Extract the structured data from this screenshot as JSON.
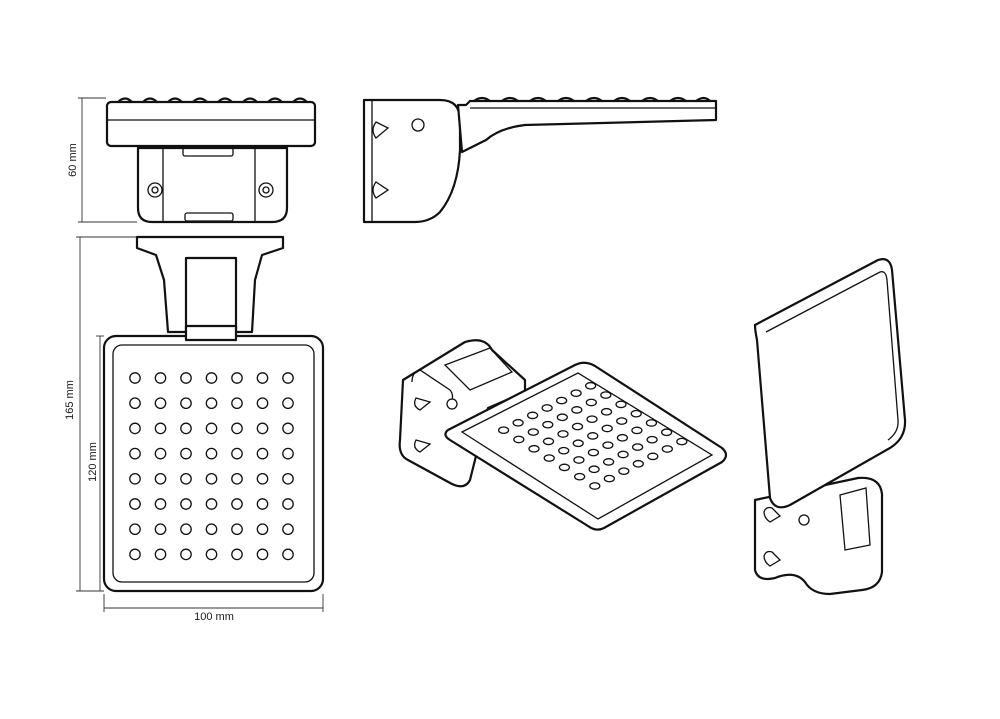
{
  "dimensions": {
    "top_view_height": "60 mm",
    "total_height": "165 mm",
    "tray_height": "120 mm",
    "tray_width": "100 mm"
  },
  "colors": {
    "line": "#111111",
    "background": "#ffffff"
  }
}
